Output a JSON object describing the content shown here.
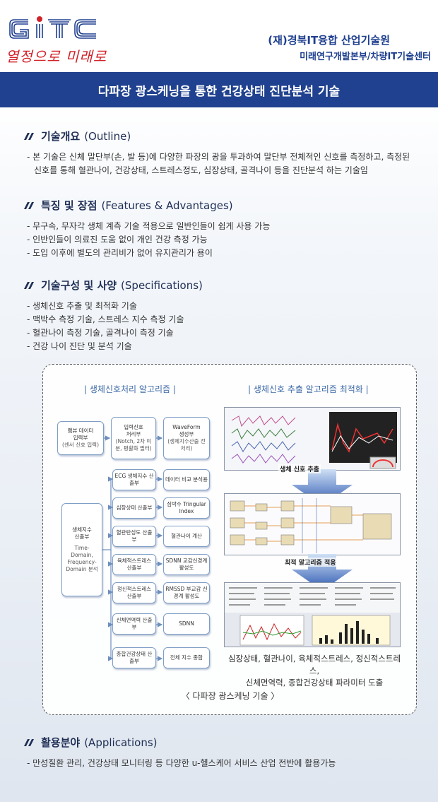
{
  "header": {
    "logo_text": "GiTC",
    "slogan": "열정으로 미래로",
    "org_name": "(재)경북IT융합 산업기술원",
    "org_dept": "미래연구개발본부/차량IT기술센터"
  },
  "title": "다파장 광스케닝을 통한 건강상태 진단분석 기술",
  "sections": {
    "outline": {
      "title_ko": "기술개요",
      "title_en": "(Outline)",
      "items": [
        "- 본 기술은 신체 말단부(손, 발 등)에 다양한 파장의 광을 투과하여 말단부 전체적인 신호를 측정하고, 측정된 신호를 통해 혈관나이, 건강상태, 스트레스정도, 심장상태, 골격나이 등을 진단분석 하는 기술임"
      ]
    },
    "features": {
      "title_ko": "특징 및 장점",
      "title_en": "(Features & Advantages)",
      "items": [
        "- 무구속, 무자각 생체 계측 기술 적용으로 일반인들이 쉽게 사용 가능",
        "- 인반인들이 의료진 도움 없이 개인 건강 측정 가능",
        "- 도입 이후에 별도의 관리비가 없어 유지관리가 용이"
      ]
    },
    "specs": {
      "title_ko": "기술구성 및 사양",
      "title_en": "(Specifications)",
      "items": [
        "- 생체신호 추출 및 최적화 기술",
        "- 맥박수 측정 기술, 스트레스 지수 측정 기술",
        "- 혈관나이 측정 기술, 골격나이 측정 기술",
        "- 건강 나이 진단 및 분석 기술"
      ]
    },
    "applications": {
      "title_ko": "활용분야",
      "title_en": "(Applications)",
      "items": [
        "- 만성질환 관리, 건강상태 모니터링 등 다양한 u-헬스케어 서비스 산업 전반에 활용가능"
      ]
    }
  },
  "diagram": {
    "left_heading": "| 생체신호처리 알고리즘 |",
    "right_heading": "| 생체신호 추출 알고리즘 최적화 |",
    "top_blocks": [
      {
        "main": "램뷰 데이터",
        "main2": "입력부",
        "sub": "(센서 신호 입력)"
      },
      {
        "main": "입력신호",
        "main2": "처리부",
        "sub": "(Notch, 2차 미분, 평활화 필터)"
      },
      {
        "main": "WaveForm",
        "main2": "생성부",
        "sub": "(생체지수산출 전처리)"
      }
    ],
    "calc_block": {
      "main": "생체지수",
      "main2": "산출부",
      "sub": "Time-Domain, Frequency-Domain 분석"
    },
    "rows": [
      {
        "left": "ECG 생체지수 산출부",
        "right": "데이터 비교 분석용"
      },
      {
        "left": "심장상태 산출부",
        "right": "심박수 Tringular Index"
      },
      {
        "left": "혈관탄성도 산출부",
        "right": "혈관나이 계산"
      },
      {
        "left": "육체적스트레스 산출부",
        "right": "SDNN 교감신경계 활성도"
      },
      {
        "left": "정신적스트레스 산출부",
        "right": "RMSSD 부교감 신경계 활성도"
      },
      {
        "left": "신체면역력 산출부",
        "right": "SDNN"
      },
      {
        "left": "종합건강상태 산출부",
        "right": "전체 지수 종합"
      }
    ],
    "step1": "생체 신호 추출",
    "step2": "최적 알고리즘 적용",
    "result_caption_1": "심장상태, 혈관나이, 육체적스트레스, 정신적스트레스,",
    "result_caption_2": "신체면역력, 종합건강상태 파라미터 도출",
    "footer": "〈 다파장 광스케닝 기술 〉"
  },
  "colors": {
    "brand_blue": "#20418f",
    "brand_red": "#d2222a",
    "accent_text": "#3d6aa6"
  }
}
